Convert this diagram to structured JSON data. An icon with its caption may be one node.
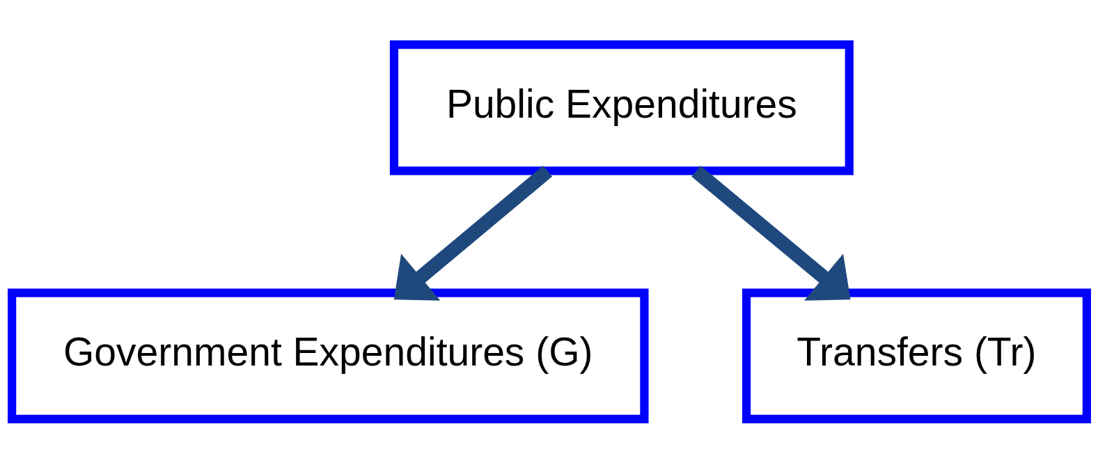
{
  "diagram": {
    "nodes": [
      {
        "text": [
          "Public Expenditures"
        ]
      },
      {
        "text": [
          "Government Expenditures (G)"
        ]
      },
      {
        "text": [
          "Transfers (Tr)"
        ]
      }
    ],
    "edges": [
      {
        "from": 0,
        "to": 1,
        "arrow": "to"
      },
      {
        "from": 0,
        "to": 2,
        "arrow": "to"
      }
    ]
  }
}
